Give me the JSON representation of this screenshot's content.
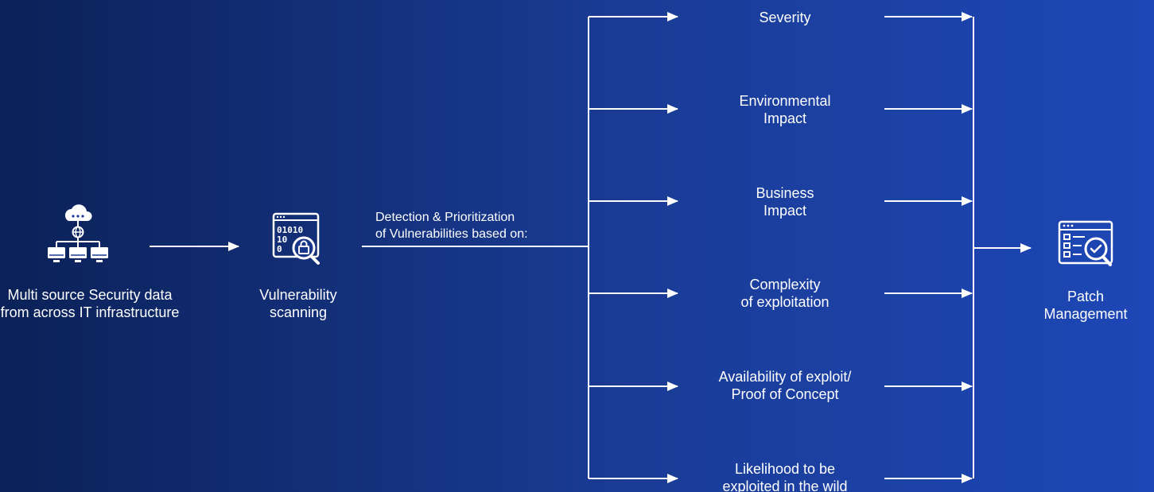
{
  "nodes": {
    "source": {
      "label": "Multi source Security data from across IT infrastructure",
      "icon": "cloud-network-icon"
    },
    "scanning": {
      "label": "Vulnerability scanning",
      "icon": "binary-scan-lock-icon"
    },
    "patch": {
      "label": "Patch Management",
      "icon": "checklist-magnifier-icon"
    }
  },
  "detection_caption_line1": "Detection & Prioritization",
  "detection_caption_line2": "of Vulnerabilities based on:",
  "criteria": [
    {
      "line1": "Severity",
      "line2": ""
    },
    {
      "line1": "Environmental",
      "line2": "Impact"
    },
    {
      "line1": "Business",
      "line2": "Impact"
    },
    {
      "line1": "Complexity",
      "line2": "of exploitation"
    },
    {
      "line1": "Availability of exploit/",
      "line2": "Proof of Concept"
    },
    {
      "line1": "Likelihood to be",
      "line2": "exploited in the wild"
    }
  ],
  "colors": {
    "background_start": "#0b2158",
    "background_end": "#1d47b6",
    "foreground": "#ffffff"
  }
}
